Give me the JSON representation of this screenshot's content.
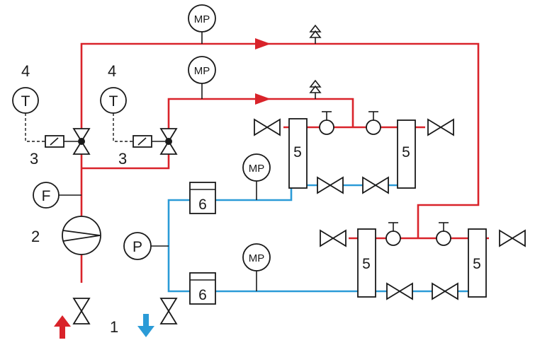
{
  "labels": {
    "supply_label": "1",
    "pump_label": "2",
    "actuator_left_label": "3",
    "actuator_right_label": "3",
    "thermo_left_label": "4",
    "thermo_right_label": "4"
  },
  "instruments": {
    "gauge_text": "MP",
    "temp_sensor_text": "T",
    "flow_meter_text": "F",
    "pressure_sensor_text": "P"
  },
  "equipment": {
    "exchanger_text": "5",
    "filter_text": "6"
  },
  "colors": {
    "supply_line": "#d9232a",
    "return_line": "#2b9bd7",
    "symbol": "#1a1a1a"
  },
  "icons": [
    "flow-arrow-icon",
    "air-vent-icon",
    "gate-valve-icon",
    "ball-valve-icon",
    "three-way-valve-icon",
    "pump-icon",
    "up-arrow-icon",
    "down-arrow-icon"
  ]
}
